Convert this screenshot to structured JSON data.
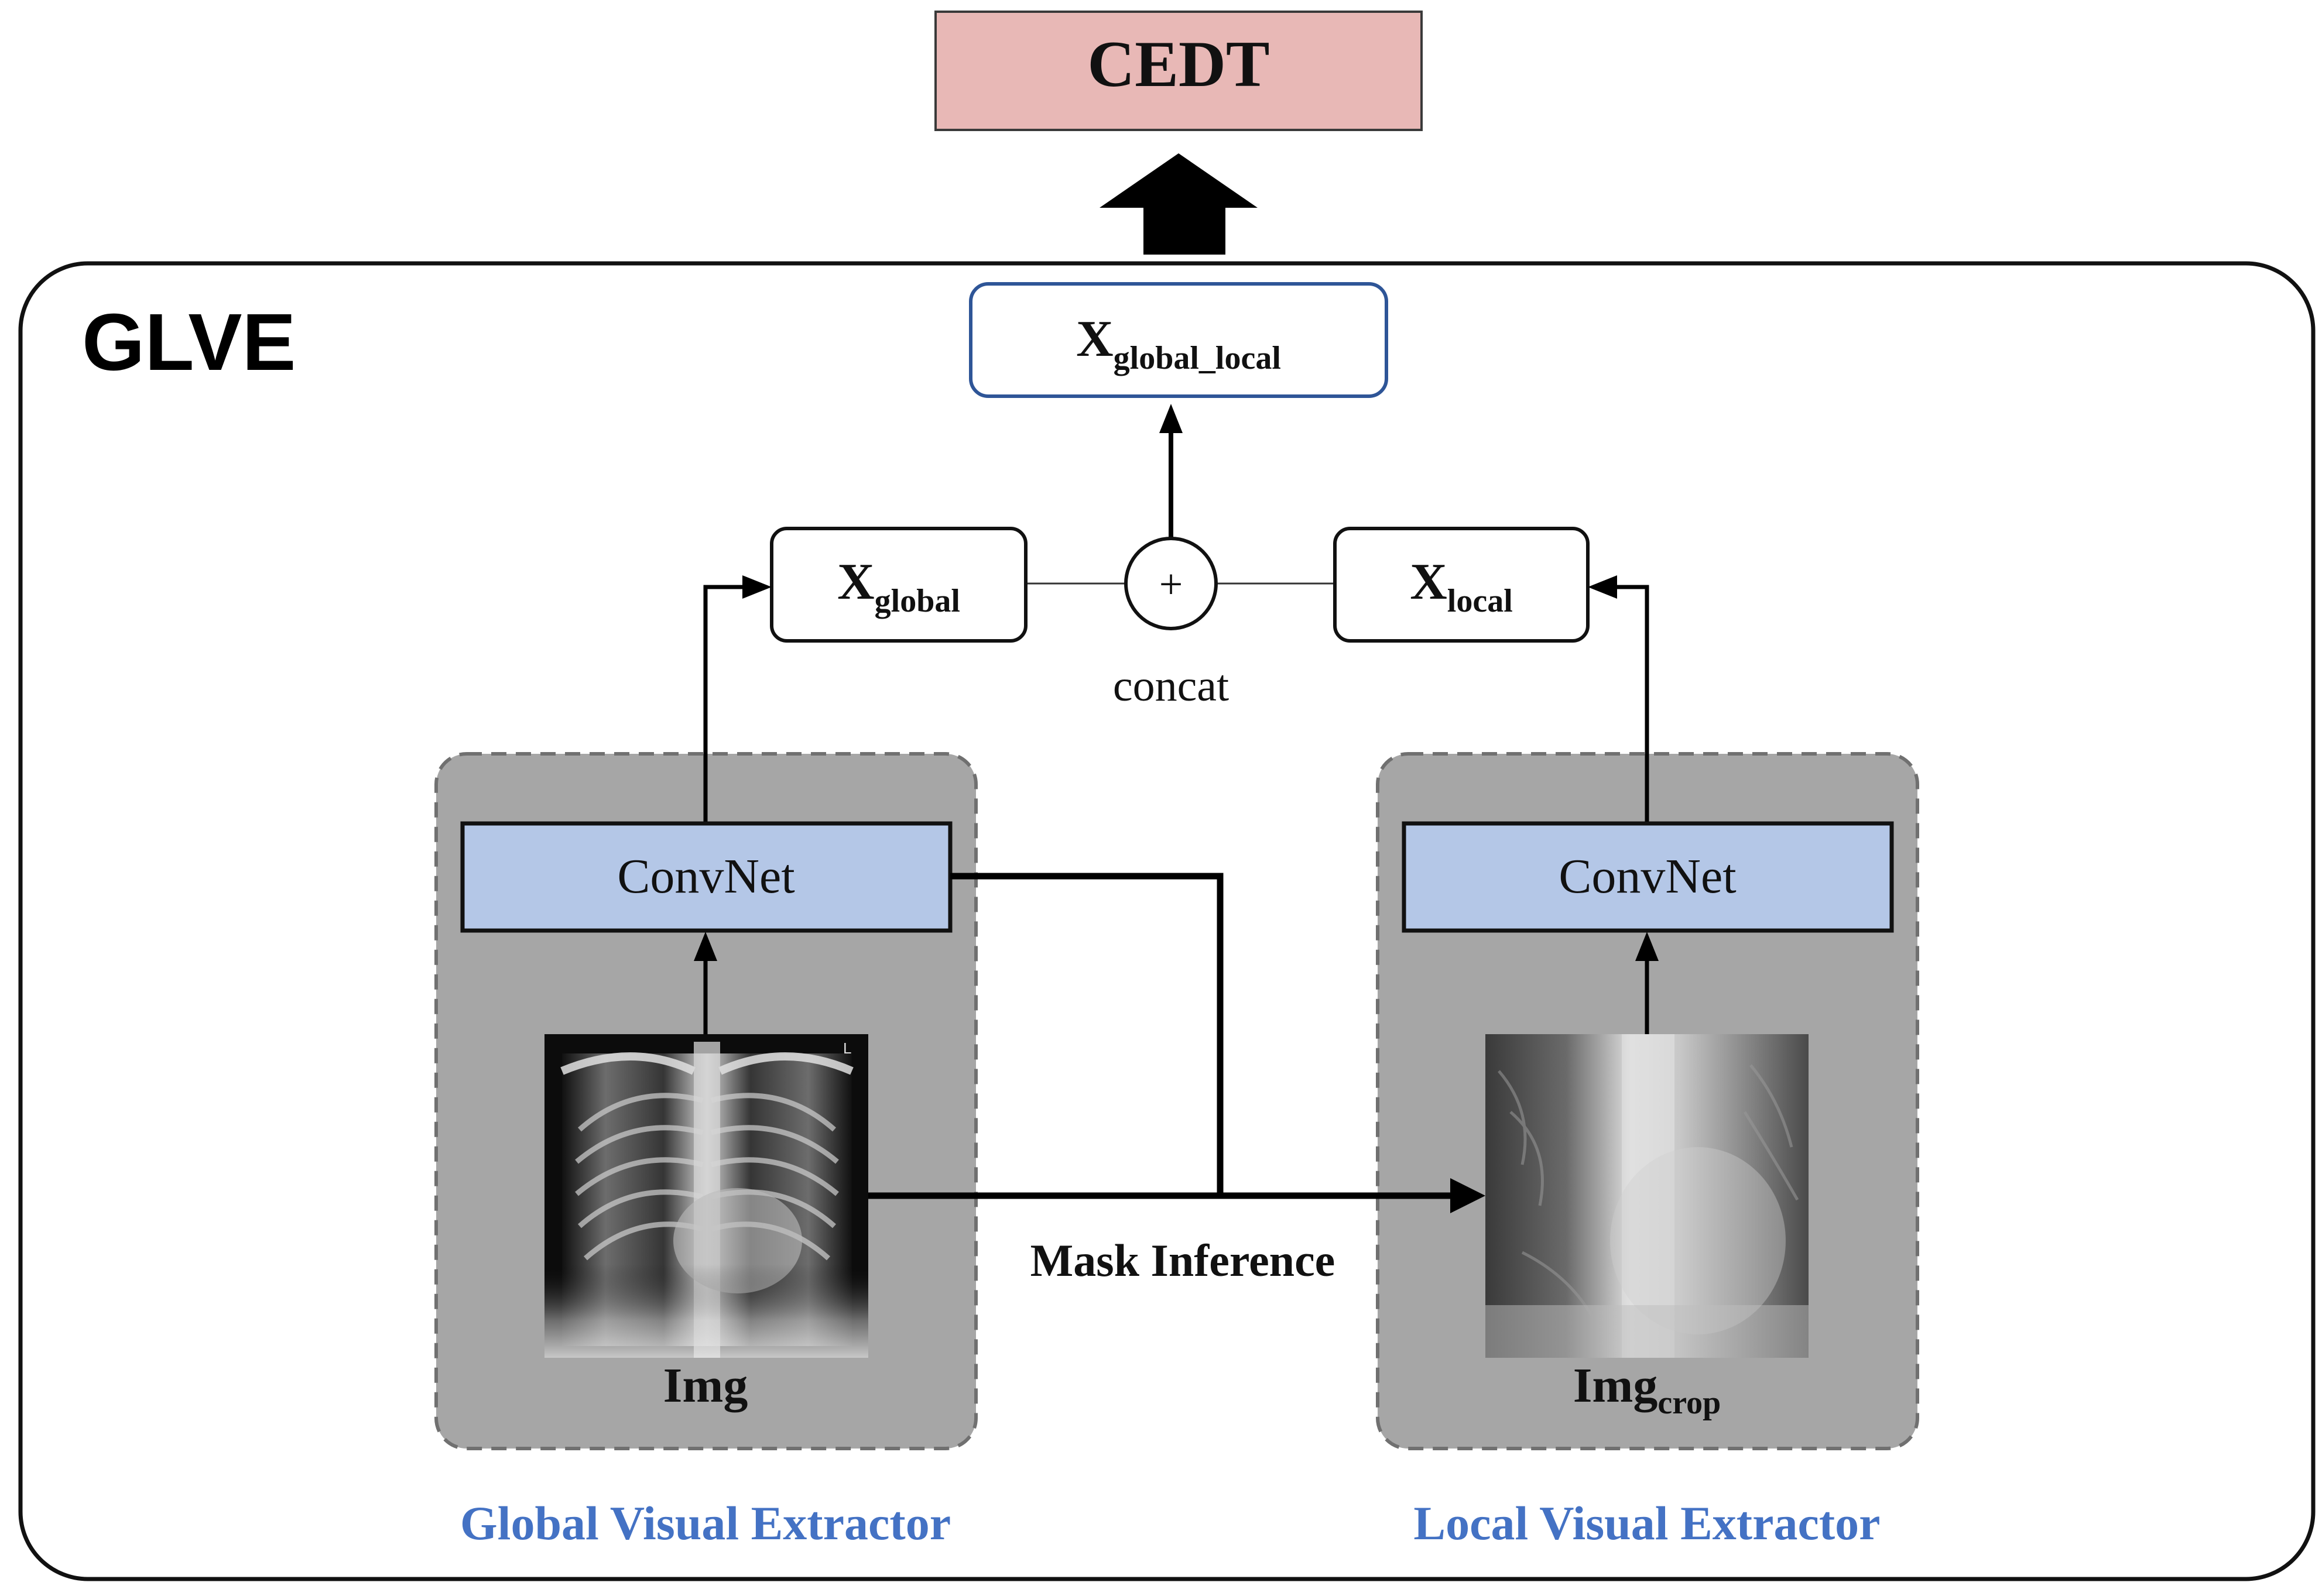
{
  "top_box": {
    "label": "CEDT"
  },
  "container": {
    "label": "GLVE"
  },
  "fused": {
    "base": "X",
    "sub": "global_local"
  },
  "global_feat": {
    "base": "X",
    "sub": "global"
  },
  "local_feat": {
    "base": "X",
    "sub": "local"
  },
  "concat": {
    "symbol": "+",
    "label": "concat"
  },
  "global_extractor": {
    "convnet": "ConvNet",
    "image_label": "Img",
    "title": "Global Visual Extractor"
  },
  "local_extractor": {
    "convnet": "ConvNet",
    "image_base": "Img",
    "image_sub": "crop",
    "title": "Local Visual Extractor"
  },
  "mask_inference": {
    "label": "Mask Inference"
  },
  "colors": {
    "top_box_fill": "#e8b8b6",
    "convnet_fill": "#b4c7e7",
    "panel_fill": "#a6a6a6",
    "accent_blue": "#4472c4",
    "fused_border": "#2e5597"
  }
}
